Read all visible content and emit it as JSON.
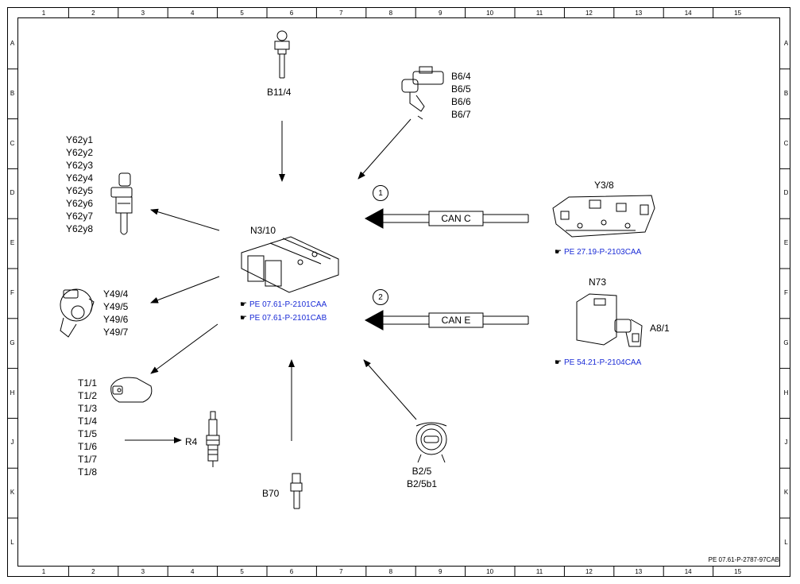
{
  "grid": {
    "columns": [
      "1",
      "2",
      "3",
      "4",
      "5",
      "6",
      "7",
      "8",
      "9",
      "10",
      "11",
      "12",
      "13",
      "14",
      "15"
    ],
    "rows": [
      "A",
      "B",
      "C",
      "D",
      "E",
      "F",
      "G",
      "H",
      "J",
      "K",
      "L"
    ]
  },
  "center": {
    "label": "N3/10",
    "refs": [
      "PE 07.61-P-2101CAA",
      "PE 07.61-P-2101CAB"
    ]
  },
  "components": {
    "b11_4": "B11/4",
    "b6": [
      "B6/4",
      "B6/5",
      "B6/6",
      "B6/7"
    ],
    "y62": [
      "Y62y1",
      "Y62y2",
      "Y62y3",
      "Y62y4",
      "Y62y5",
      "Y62y6",
      "Y62y7",
      "Y62y8"
    ],
    "y49": [
      "Y49/4",
      "Y49/5",
      "Y49/6",
      "Y49/7"
    ],
    "t1": [
      "T1/1",
      "T1/2",
      "T1/3",
      "T1/4",
      "T1/5",
      "T1/6",
      "T1/7",
      "T1/8"
    ],
    "r4": "R4",
    "b70": "B70",
    "b2": [
      "B2/5",
      "B2/5b1"
    ],
    "y3_8": {
      "label": "Y3/8",
      "ref": "PE 27.19-P-2103CAA"
    },
    "n73": {
      "label": "N73",
      "sub": "A8/1",
      "ref": "PE 54.21-P-2104CAA"
    }
  },
  "buses": [
    {
      "number": "1",
      "label": "CAN C"
    },
    {
      "number": "2",
      "label": "CAN E"
    }
  ],
  "doc_id": "PE 07.61-P-2787-97CAB",
  "colors": {
    "ref_link": "#1a2bd6",
    "line": "#000000"
  }
}
